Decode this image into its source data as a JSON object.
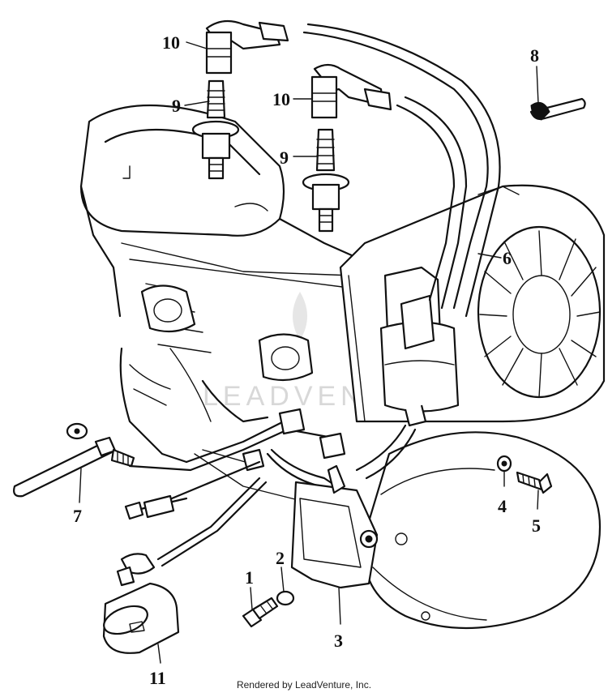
{
  "watermark": "LEADVENTURE",
  "footer": "Rendered by LeadVenture, Inc.",
  "callouts": {
    "c10a": "10",
    "c9a": "9",
    "c10b": "10",
    "c9b": "9",
    "c8": "8",
    "c6": "6",
    "c7": "7",
    "c4": "4",
    "c5": "5",
    "c1": "1",
    "c2": "2",
    "c3": "3",
    "c11": "11"
  }
}
